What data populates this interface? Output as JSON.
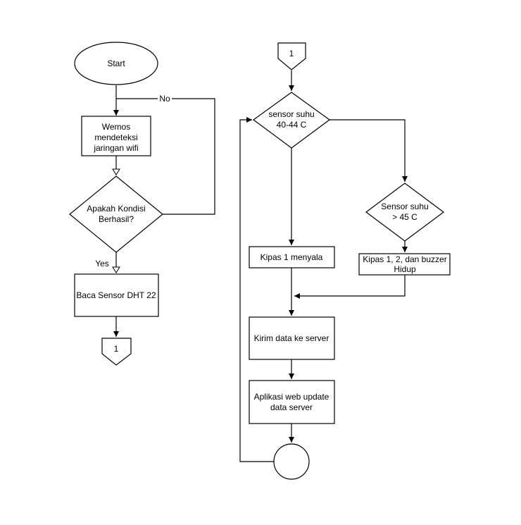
{
  "diagram": {
    "start_label": "Start",
    "wemos_lines": [
      "Wemos",
      "mendeteksi",
      "jaringan wifi"
    ],
    "decision_wifi_lines": [
      "Apakah Kondisi",
      "Berhasil?"
    ],
    "label_no": "No",
    "label_yes": "Yes",
    "baca_sensor": "Baca Sensor DHT 22",
    "connector_out": "1",
    "connector_in": "1",
    "decision_suhu_lines": [
      "sensor suhu",
      "40-44 C"
    ],
    "decision_suhu_high_lines": [
      "Sensor suhu",
      "> 45 C"
    ],
    "kipas1": "Kipas 1 menyala",
    "kipas_all_lines": [
      "Kipas 1, 2, dan buzzer",
      "Hidup"
    ],
    "kirim_data": "Kirim data ke server",
    "aplikasi_lines": [
      "Aplikasi web update",
      "data server"
    ]
  }
}
